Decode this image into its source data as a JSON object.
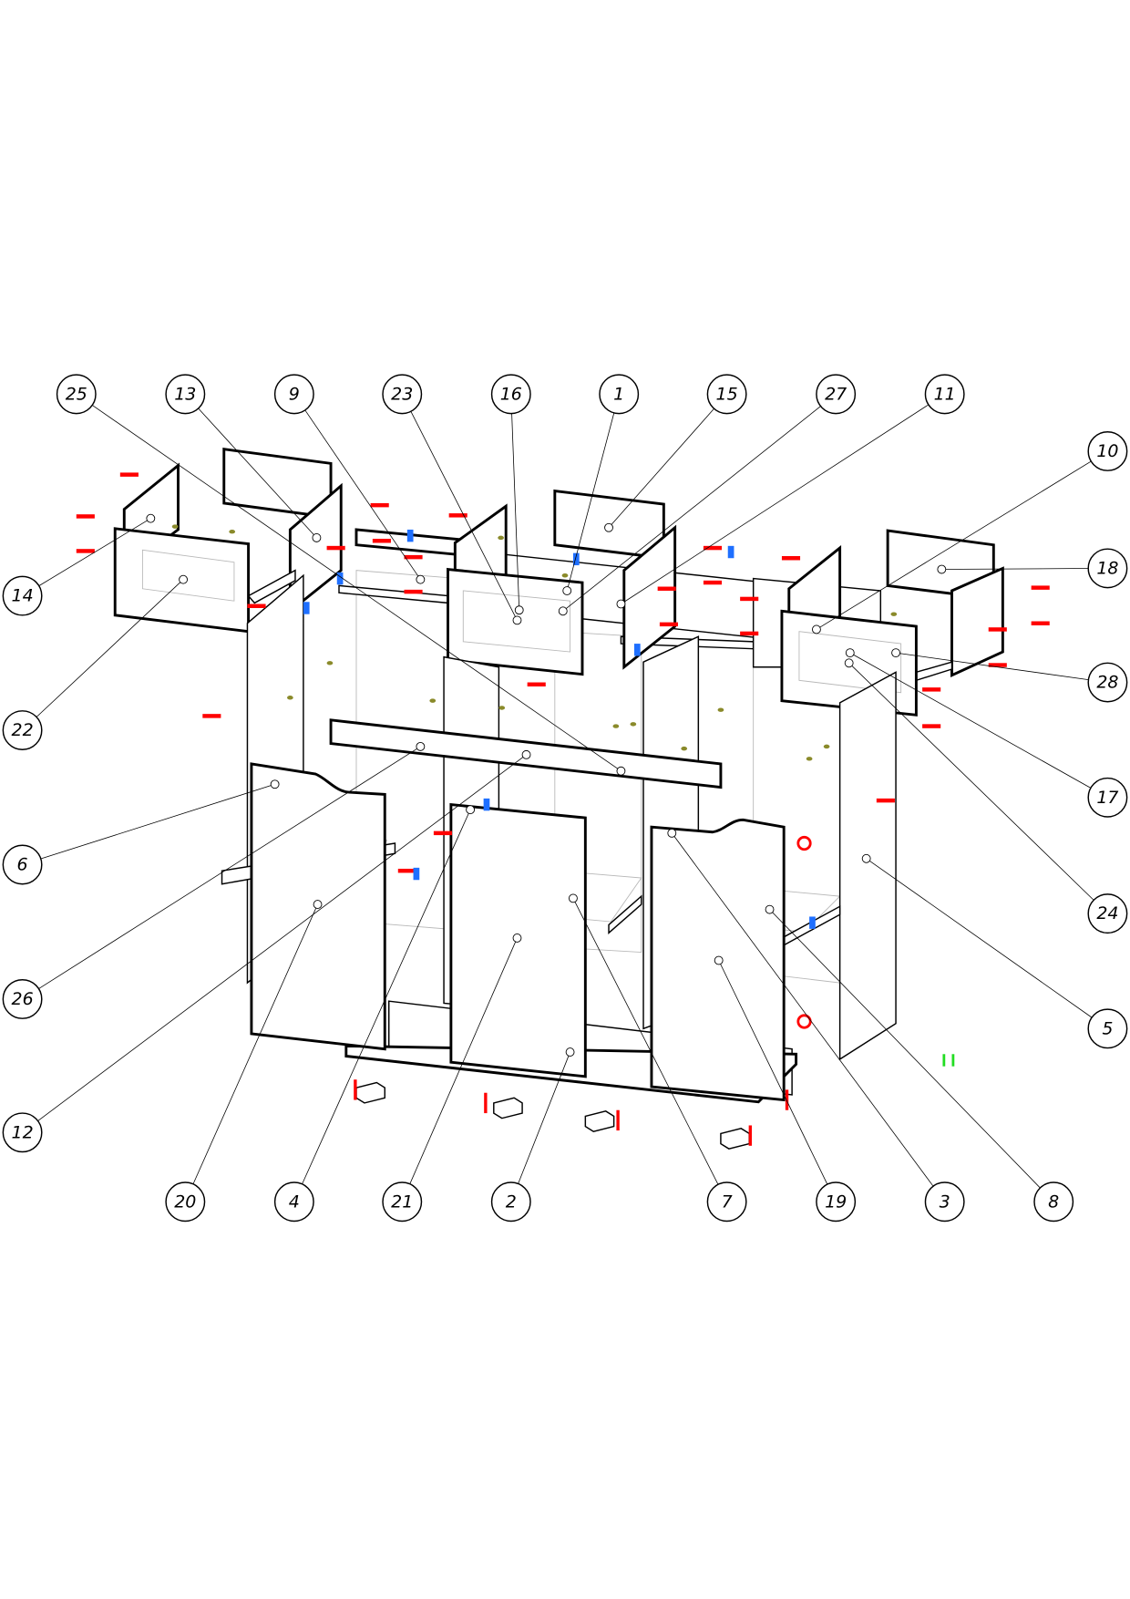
{
  "drawing": {
    "title": "Exploded assembly diagram",
    "colors": {
      "line": "#000000",
      "fastener": "#ff0000",
      "connector": "#1e6fff",
      "dowel": "#8a8a2a",
      "marker": "#22dd22"
    }
  },
  "callouts": [
    {
      "label": "25"
    },
    {
      "label": "13"
    },
    {
      "label": "9"
    },
    {
      "label": "23"
    },
    {
      "label": "16"
    },
    {
      "label": "1"
    },
    {
      "label": "15"
    },
    {
      "label": "27"
    },
    {
      "label": "11"
    },
    {
      "label": "10"
    },
    {
      "label": "18"
    },
    {
      "label": "28"
    },
    {
      "label": "17"
    },
    {
      "label": "24"
    },
    {
      "label": "5"
    },
    {
      "label": "14"
    },
    {
      "label": "22"
    },
    {
      "label": "6"
    },
    {
      "label": "26"
    },
    {
      "label": "12"
    },
    {
      "label": "20"
    },
    {
      "label": "4"
    },
    {
      "label": "21"
    },
    {
      "label": "2"
    },
    {
      "label": "7"
    },
    {
      "label": "19"
    },
    {
      "label": "3"
    },
    {
      "label": "8"
    }
  ]
}
